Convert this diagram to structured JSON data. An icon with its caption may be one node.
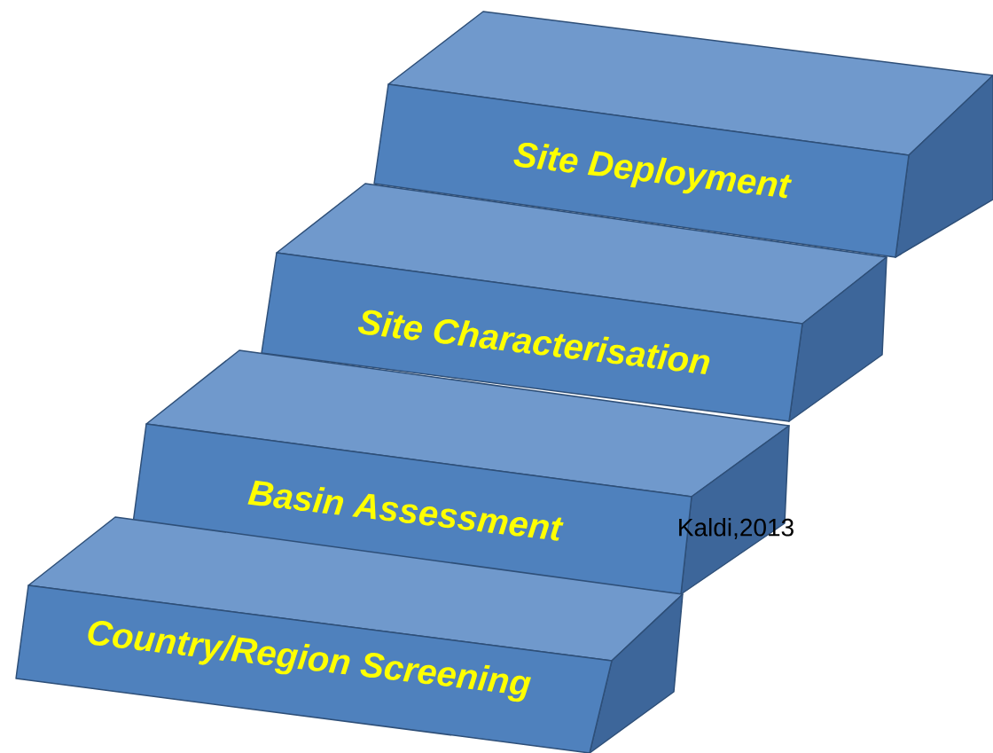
{
  "diagram": {
    "nodes": [
      {
        "text": [
          "Site Deployment"
        ]
      },
      {
        "text": [
          "Site Characterisation"
        ]
      },
      {
        "text": [
          "Basin Assessment"
        ]
      },
      {
        "text": [
          "Country/Region Screening"
        ]
      }
    ],
    "labels": [
      "Kaldi,2013"
    ]
  }
}
